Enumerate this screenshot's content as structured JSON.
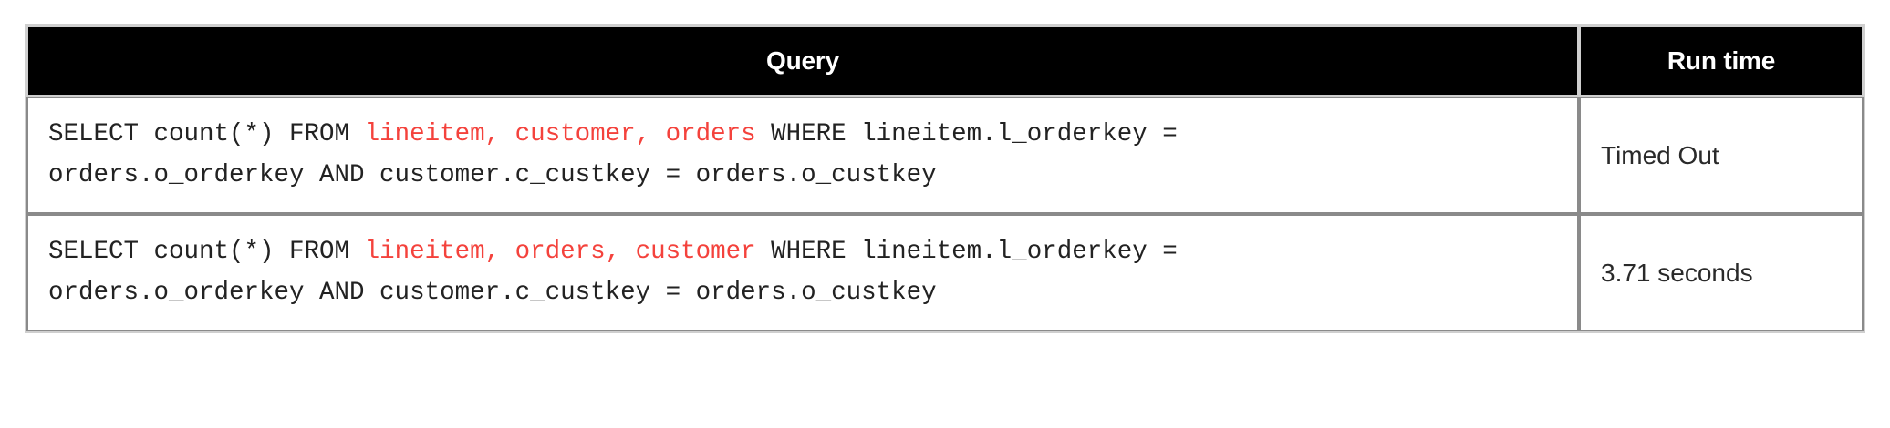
{
  "table": {
    "columns": [
      {
        "key": "query",
        "label": "Query"
      },
      {
        "key": "runtime",
        "label": "Run time"
      }
    ],
    "header_bg": "#000000",
    "header_fg": "#ffffff",
    "table_name_color": "#f4423c",
    "body_text_color": "#222222",
    "border_color": "#8a8a8a",
    "rows": [
      {
        "query_full": "SELECT count(*) FROM lineitem, customer, orders WHERE lineitem.l_orderkey = orders.o_orderkey AND customer.c_custkey = orders.o_custkey",
        "query_line1_pre": "SELECT count(*) FROM ",
        "query_line1_tables": "lineitem, customer, orders",
        "query_line1_post": " WHERE lineitem.l_orderkey =",
        "query_line2": "orders.o_orderkey AND customer.c_custkey = orders.o_custkey",
        "runtime": "Timed Out"
      },
      {
        "query_full": "SELECT count(*) FROM lineitem, orders, customer WHERE lineitem.l_orderkey = orders.o_orderkey AND customer.c_custkey = orders.o_custkey",
        "query_line1_pre": "SELECT count(*) FROM ",
        "query_line1_tables": "lineitem, orders, customer",
        "query_line1_post": " WHERE lineitem.l_orderkey =",
        "query_line2": "orders.o_orderkey AND customer.c_custkey = orders.o_custkey",
        "runtime": "3.71 seconds"
      }
    ]
  }
}
